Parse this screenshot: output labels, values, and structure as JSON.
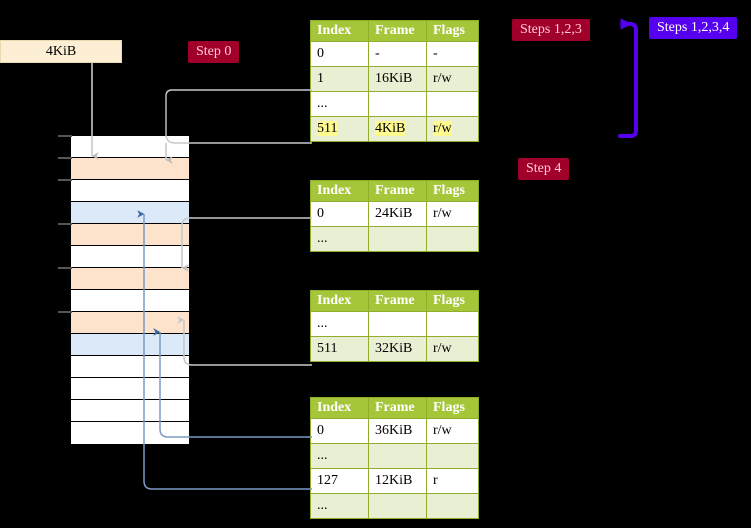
{
  "labels": {
    "size_label": "4KiB",
    "step0": "Step 0",
    "step4": "Step 4",
    "steps123": "Steps 1,2,3",
    "steps1234": "Steps 1,2,3,4"
  },
  "colors": {
    "badge_red_bg": "#A1002A",
    "badge_red_text": "#FFCCD5",
    "badge_violet_bg": "#5500EE",
    "badge_violet_text": "#FFFFFF",
    "table_header_bg": "#A6C639",
    "table_alt_row_bg": "#E9EFD2",
    "highlight": "#FFFB8F",
    "memory_peach": "#FDE3CC",
    "memory_blue": "#DCE9F8",
    "label_bg": "#FCEFD4",
    "wire_grey": "#BBBBBB",
    "wire_blue": "#7A9BC4",
    "violet_arrow": "#5500EE"
  },
  "table_headers": [
    "Index",
    "Frame",
    "Flags"
  ],
  "tables": [
    {
      "id": "level4",
      "rows": [
        {
          "index": "0",
          "frame": "-",
          "flags": "-",
          "alt": false,
          "highlight": false
        },
        {
          "index": "1",
          "frame": "16KiB",
          "flags": "r/w",
          "alt": true,
          "highlight": false
        },
        {
          "index": "...",
          "frame": "",
          "flags": "",
          "alt": false,
          "highlight": false
        },
        {
          "index": "511",
          "frame": "4KiB",
          "flags": "r/w",
          "alt": true,
          "highlight": true
        }
      ]
    },
    {
      "id": "level3",
      "rows": [
        {
          "index": "0",
          "frame": "24KiB",
          "flags": "r/w",
          "alt": false,
          "highlight": false
        },
        {
          "index": "...",
          "frame": "",
          "flags": "",
          "alt": true,
          "highlight": false
        }
      ]
    },
    {
      "id": "level2",
      "rows": [
        {
          "index": "...",
          "frame": "",
          "flags": "",
          "alt": false,
          "highlight": false
        },
        {
          "index": "511",
          "frame": "32KiB",
          "flags": "r/w",
          "alt": true,
          "highlight": false
        }
      ]
    },
    {
      "id": "level1",
      "rows": [
        {
          "index": "0",
          "frame": "36KiB",
          "flags": "r/w",
          "alt": false,
          "highlight": false
        },
        {
          "index": "...",
          "frame": "",
          "flags": "",
          "alt": true,
          "highlight": false
        },
        {
          "index": "127",
          "frame": "12KiB",
          "flags": "r",
          "alt": false,
          "highlight": false
        },
        {
          "index": "...",
          "frame": "",
          "flags": "",
          "alt": true,
          "highlight": false
        }
      ]
    }
  ],
  "memory": {
    "rows": [
      {
        "fill": "white"
      },
      {
        "fill": "peach"
      },
      {
        "fill": "white"
      },
      {
        "fill": "blue"
      },
      {
        "fill": "peach"
      },
      {
        "fill": "white"
      },
      {
        "fill": "peach"
      },
      {
        "fill": "white"
      },
      {
        "fill": "peach"
      },
      {
        "fill": "blue"
      },
      {
        "fill": "white"
      },
      {
        "fill": "white"
      },
      {
        "fill": "white"
      },
      {
        "fill": "white"
      }
    ],
    "tick_rows": [
      0,
      1,
      2,
      4,
      6,
      8
    ]
  }
}
